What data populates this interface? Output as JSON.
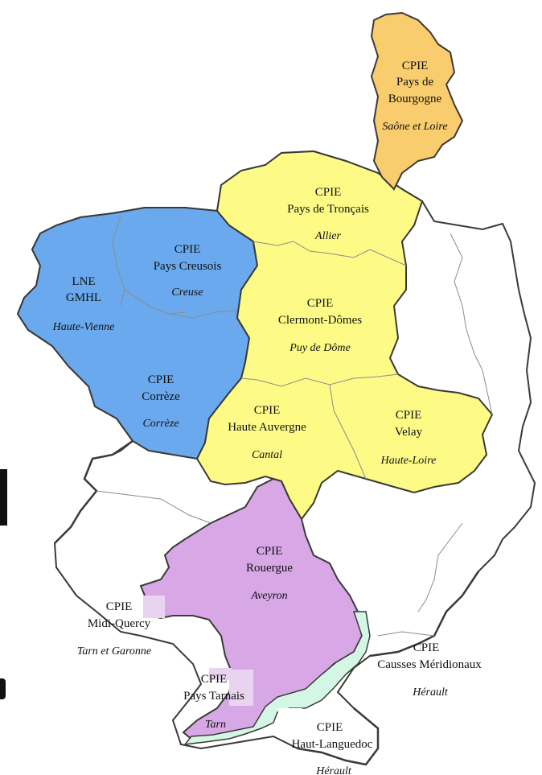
{
  "map": {
    "colors": {
      "blue": "#6aa9ee",
      "yellow": "#fdfb86",
      "orange": "#f9cc6e",
      "purple": "#d8a7e6",
      "purple_light": "#ead3f1",
      "mint": "#d4f6e4",
      "white": "#ffffff",
      "border": "#3a3a3a",
      "inner": "#8c8c8c"
    },
    "regions": {
      "bourgogne": {
        "l1": "CPIE",
        "l2": "Pays de",
        "l3": "Bourgogne",
        "dept": "Saône et Loire"
      },
      "troncais": {
        "l1": "CPIE",
        "l2": "Pays de Tronçais",
        "dept": "Allier"
      },
      "creusois": {
        "l1": "CPIE",
        "l2": "Pays Creusois",
        "dept": "Creuse"
      },
      "lne": {
        "l1": "LNE",
        "l2": "GMHL",
        "dept": "Haute-Vienne"
      },
      "clermont": {
        "l1": "CPIE",
        "l2": "Clermont-Dômes",
        "dept": "Puy de Dôme"
      },
      "correze": {
        "l1": "CPIE",
        "l2": "Corrèze",
        "dept": "Corrèze"
      },
      "haute_auvergne": {
        "l1": "CPIE",
        "l2": "Haute Auvergne",
        "dept": "Cantal"
      },
      "velay": {
        "l1": "CPIE",
        "l2": "Velay",
        "dept": "Haute-Loire"
      },
      "rouergue": {
        "l1": "CPIE",
        "l2": "Rouergue",
        "dept": "Aveyron"
      },
      "midi_quercy": {
        "l1": "CPIE",
        "l2": "Midi-Quercy",
        "dept": "Tarn et Garonne"
      },
      "causses": {
        "l1": "CPIE",
        "l2": "Causses Méridionaux",
        "dept": "Hérault"
      },
      "tarnais": {
        "l1": "CPIE",
        "l2": "Pays Tarnais",
        "dept": "Tarn"
      },
      "haut_languedoc": {
        "l1": "CPIE",
        "l2": "Haut-Languedoc",
        "dept": "Hérault"
      }
    }
  }
}
